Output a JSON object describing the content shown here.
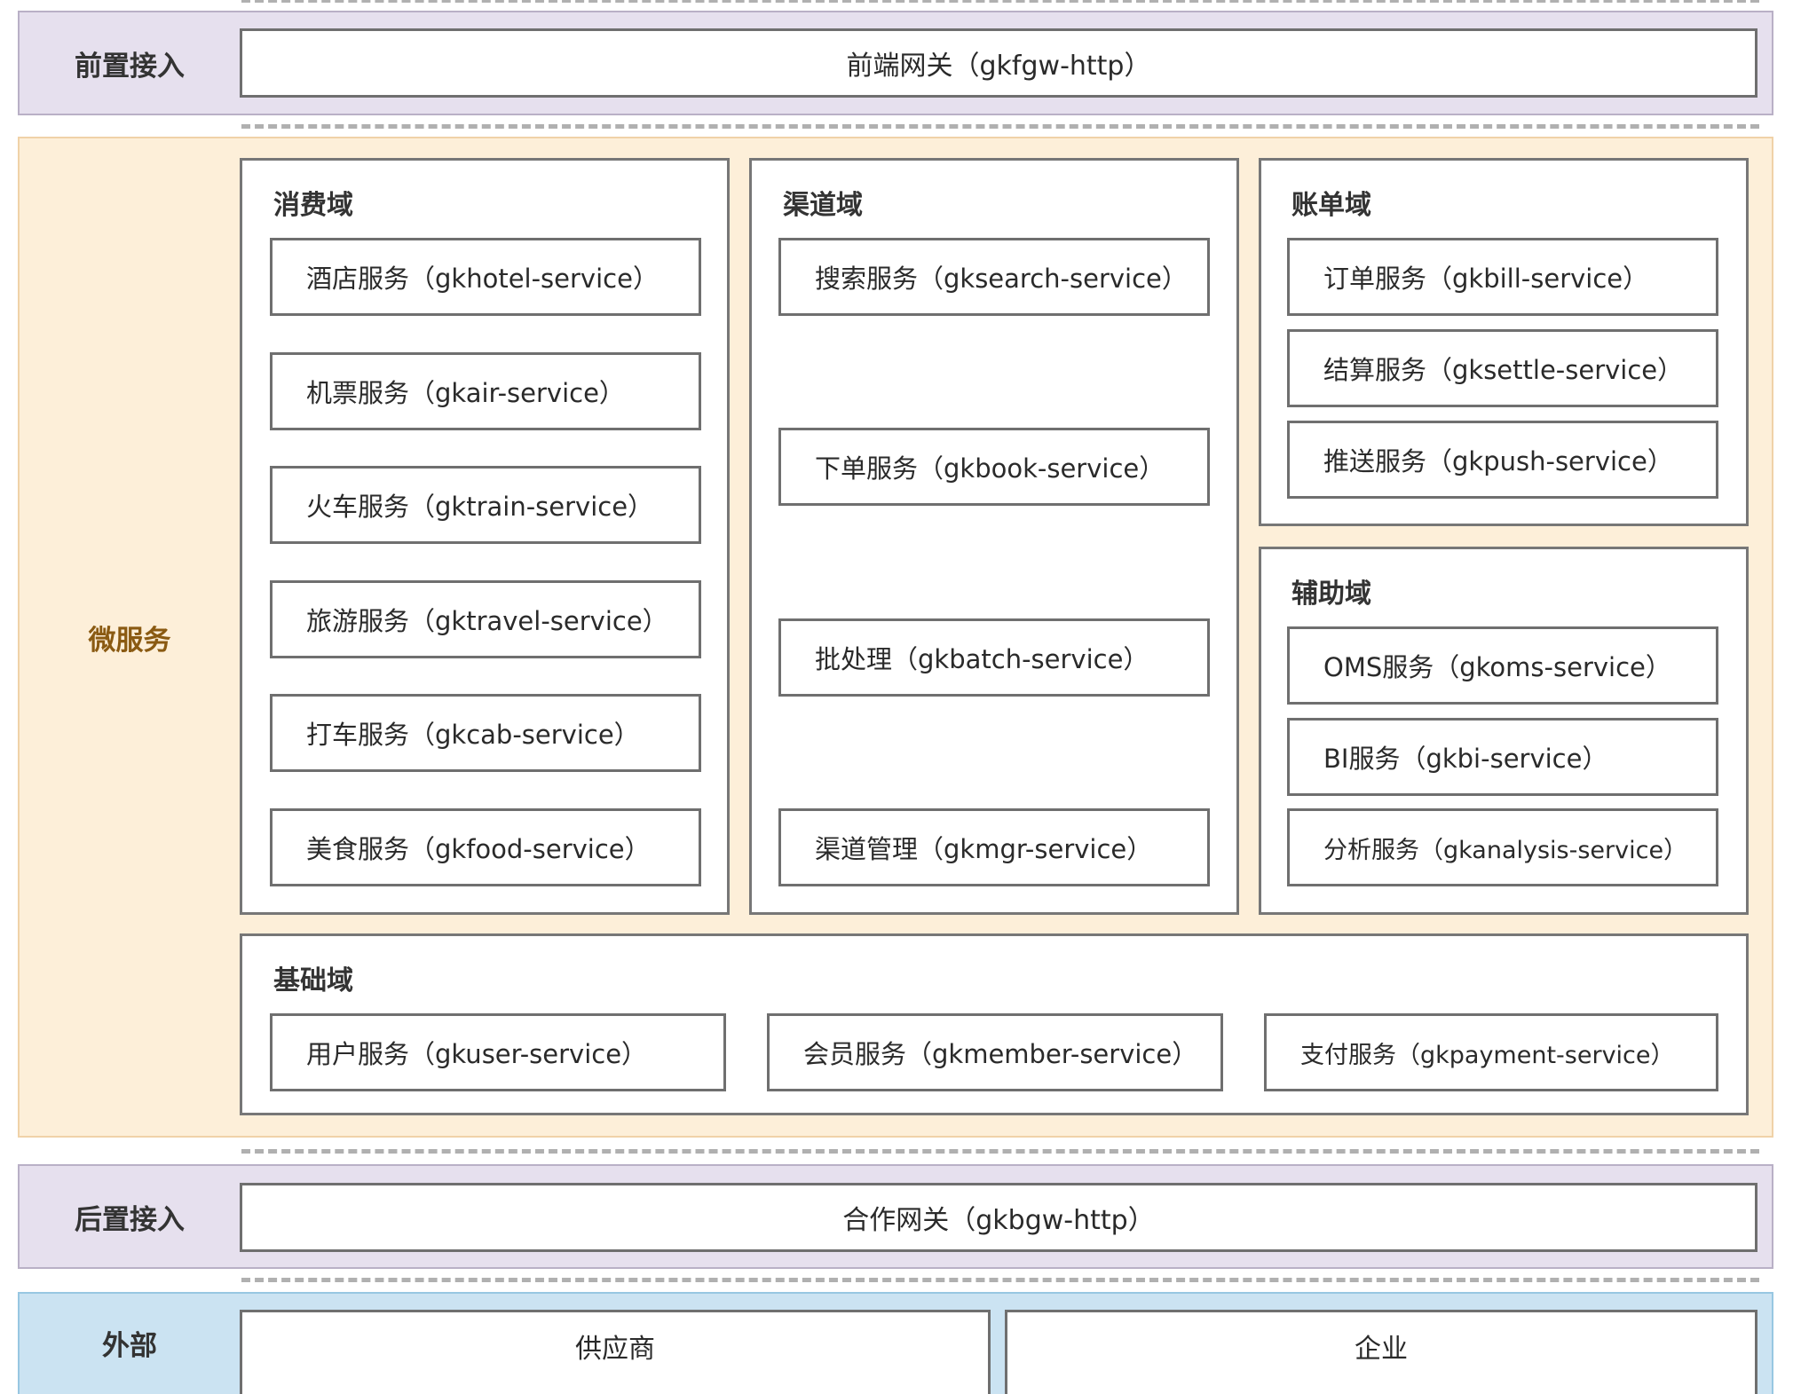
{
  "layers": {
    "front": {
      "label": "前置接入",
      "gateway": "前端网关（gkfgw-http）"
    },
    "micro": {
      "label": "微服务"
    },
    "back": {
      "label": "后置接入",
      "gateway": "合作网关（gkbgw-http）"
    },
    "external": {
      "label": "外部",
      "items": [
        "供应商",
        "企业"
      ]
    }
  },
  "domains": {
    "consumption": {
      "title": "消费域",
      "services": [
        "酒店服务（gkhotel-service）",
        "机票服务（gkair-service）",
        "火车服务（gktrain-service）",
        "旅游服务（gktravel-service）",
        "打车服务（gkcab-service）",
        "美食服务（gkfood-service）"
      ]
    },
    "channel": {
      "title": "渠道域",
      "services": [
        "搜索服务（gksearch-service）",
        "下单服务（gkbook-service）",
        "批处理（gkbatch-service）",
        "渠道管理（gkmgr-service）"
      ]
    },
    "billing": {
      "title": "账单域",
      "services": [
        "订单服务（gkbill-service）",
        "结算服务（gksettle-service）",
        "推送服务（gkpush-service）"
      ]
    },
    "auxiliary": {
      "title": "辅助域",
      "services": [
        "OMS服务（gkoms-service）",
        "BI服务（gkbi-service）",
        "分析服务（gkanalysis-service）"
      ]
    },
    "foundation": {
      "title": "基础域",
      "services": [
        "用户服务（gkuser-service）",
        "会员服务（gkmember-service）",
        "支付服务（gkpayment-service）"
      ]
    }
  },
  "colors": {
    "access_band": "#e6e0ee",
    "micro_band": "#fdefd9",
    "external_band": "#cbe3f2",
    "box_border": "#6f6f6f"
  }
}
